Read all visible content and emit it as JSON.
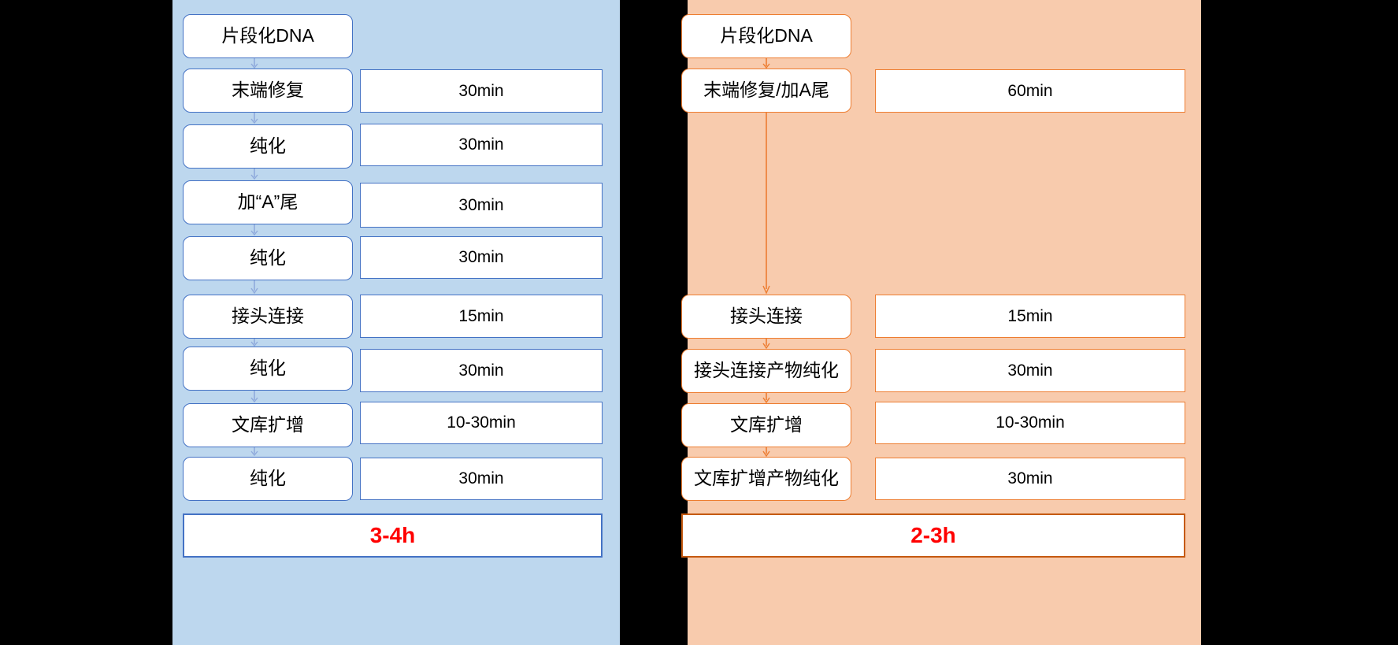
{
  "diagram": {
    "title": "",
    "colors": {
      "blue_panel_bg": "#bdd7ee",
      "blue_border": "#4472c4",
      "orange_panel_bg": "#f8cbad",
      "orange_border": "#ed7d31",
      "orange_total_border": "#c55a11",
      "box_fill": "#ffffff",
      "total_text": "#ff0000",
      "canvas_bg": "#000000"
    },
    "panels": [
      {
        "id": "blue-workflow",
        "accent": "#4472c4",
        "steps": [
          {
            "label": "片段化DNA",
            "time": ""
          },
          {
            "label": "末端修复",
            "time": "30min"
          },
          {
            "label": "纯化",
            "time": "30min"
          },
          {
            "label": "加“A”尾",
            "time": "30min"
          },
          {
            "label": "纯化",
            "time": "30min"
          },
          {
            "label": "接头连接",
            "time": "15min"
          },
          {
            "label": "纯化",
            "time": "30min"
          },
          {
            "label": "文库扩增",
            "time": "10-30min"
          },
          {
            "label": "纯化",
            "time": "30min"
          }
        ],
        "total": "3-4h"
      },
      {
        "id": "orange-workflow",
        "accent": "#ed7d31",
        "steps": [
          {
            "label": "片段化DNA",
            "time": ""
          },
          {
            "label": "末端修复/加A尾",
            "time": "60min"
          },
          {
            "label": "接头连接",
            "time": "15min"
          },
          {
            "label": "接头连接产物纯化",
            "time": "30min"
          },
          {
            "label": "文库扩增",
            "time": "10-30min"
          },
          {
            "label": "文库扩增产物纯化",
            "time": "30min"
          }
        ],
        "total": "2-3h"
      }
    ]
  }
}
